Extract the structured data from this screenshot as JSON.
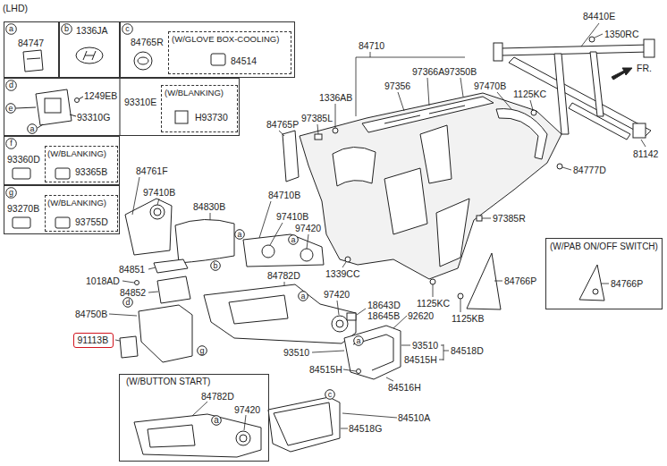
{
  "diagram": {
    "nodes": [
      {
        "text": [
          "84747"
        ]
      },
      {
        "text": [
          "a"
        ],
        "in": 0
      },
      {
        "text": [
          "1336JA"
        ]
      },
      {
        "text": [
          "b"
        ],
        "in": 2
      },
      {
        "text": [
          "84765R"
        ]
      },
      {
        "text": [
          "c"
        ],
        "in": 4
      },
      {
        "text": [
          "(W/GLOVE BOX-COOLING)",
          "84514"
        ],
        "in": 4
      },
      {
        "text": [
          "1249EB",
          "93310G",
          "93310E"
        ]
      },
      {
        "text": [
          "d"
        ],
        "in": 7
      },
      {
        "text": [
          "e"
        ],
        "in": 7
      },
      {
        "text": [
          "a"
        ],
        "in": 7
      },
      {
        "text": [
          "(W/BLANKING)",
          "H93730"
        ],
        "in": 7
      },
      {
        "text": [
          "93360D"
        ]
      },
      {
        "text": [
          "f"
        ],
        "in": 12
      },
      {
        "text": [
          "(W/BLANKING)",
          "93365B"
        ],
        "in": 12
      },
      {
        "text": [
          "93270B"
        ]
      },
      {
        "text": [
          "g"
        ],
        "in": 15
      },
      {
        "text": [
          "(W/BLANKING)",
          "93755D"
        ],
        "in": 15
      },
      {
        "text": [
          "a"
        ]
      },
      {
        "text": [
          "a"
        ]
      },
      {
        "text": [
          "b"
        ]
      },
      {
        "text": [
          "d"
        ]
      },
      {
        "text": [
          "a"
        ]
      },
      {
        "text": [
          "a"
        ]
      },
      {
        "text": [
          "g"
        ]
      },
      {
        "text": [
          "91113B"
        ]
      },
      {
        "text": [
          "(W/PAB ON/OFF SWITCH)",
          "84766P"
        ]
      },
      {
        "text": [
          "(W/BUTTON START)",
          "84782D",
          "97420"
        ]
      },
      {
        "text": [
          "a"
        ],
        "in": 27
      },
      {
        "text": [
          "c"
        ]
      }
    ],
    "labels": [
      "(LHD)",
      "84410E",
      "1350RC",
      "FR.",
      "84710",
      "1336AB",
      "97366A",
      "97350B",
      "97356",
      "97470B",
      "1125KC",
      "84765P",
      "97385L",
      "81142",
      "84777D",
      "84761F",
      "97410B",
      "84710B",
      "84830B",
      "97410B",
      "97420",
      "97385R",
      "1339CC",
      "84851",
      "84782D",
      "1018AD",
      "84766P",
      "84852",
      "1125KC",
      "97420",
      "18643D",
      "18645B",
      "1125KB",
      "84750B",
      "92620",
      "93510",
      "84518D",
      "93510",
      "84515H",
      "84515H",
      "84516H",
      "84518G",
      "84510A"
    ]
  }
}
